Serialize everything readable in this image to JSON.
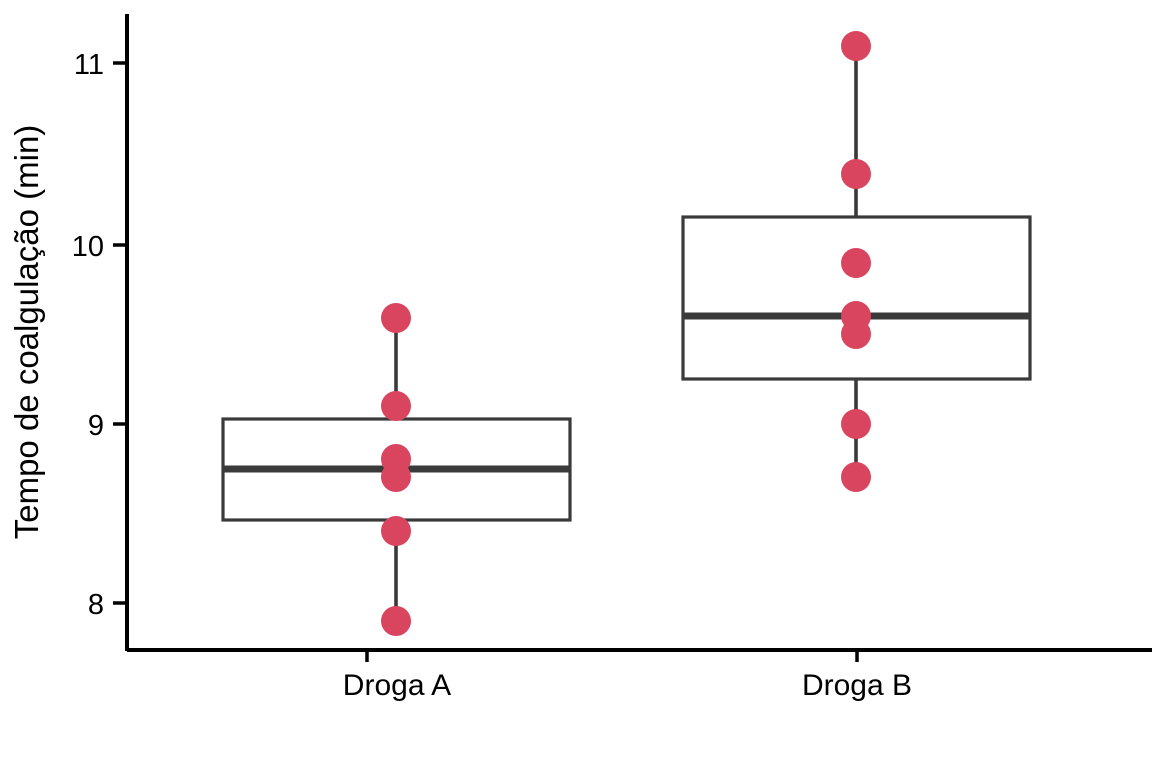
{
  "chart_data": {
    "type": "box",
    "title": "",
    "xlabel": "",
    "ylabel": "Tempo de coalgulação (min)",
    "categories": [
      "Droga A",
      "Droga B"
    ],
    "ytick_labels": [
      "8",
      "9",
      "10",
      "11"
    ],
    "ytick_values": [
      8,
      9,
      10,
      11
    ],
    "ylim": [
      7.75,
      11.28
    ],
    "grid": false,
    "legend": null,
    "point_color": "#D9455F",
    "box_color": "#3A3A3A",
    "axis_color": "#000000",
    "series": [
      {
        "name": "Droga A",
        "values": [
          7.9,
          8.4,
          8.7,
          8.8,
          9.1,
          9.6
        ],
        "q1": 8.47,
        "median": 8.75,
        "q3": 9.03,
        "whisker_low": 7.9,
        "whisker_high": 9.6
      },
      {
        "name": "Droga B",
        "values": [
          8.7,
          9.0,
          9.5,
          9.6,
          9.9,
          10.4,
          11.1
        ],
        "q1": 9.25,
        "median": 9.6,
        "q3": 10.15,
        "whisker_low": 8.7,
        "whisker_high": 11.1
      }
    ]
  },
  "axes": {
    "y_axis_label": "Tempo de coalgulação (min)",
    "tick_8": "8",
    "tick_9": "9",
    "tick_10": "10",
    "tick_11": "11",
    "cat_a": "Droga A",
    "cat_b": "Droga B"
  }
}
